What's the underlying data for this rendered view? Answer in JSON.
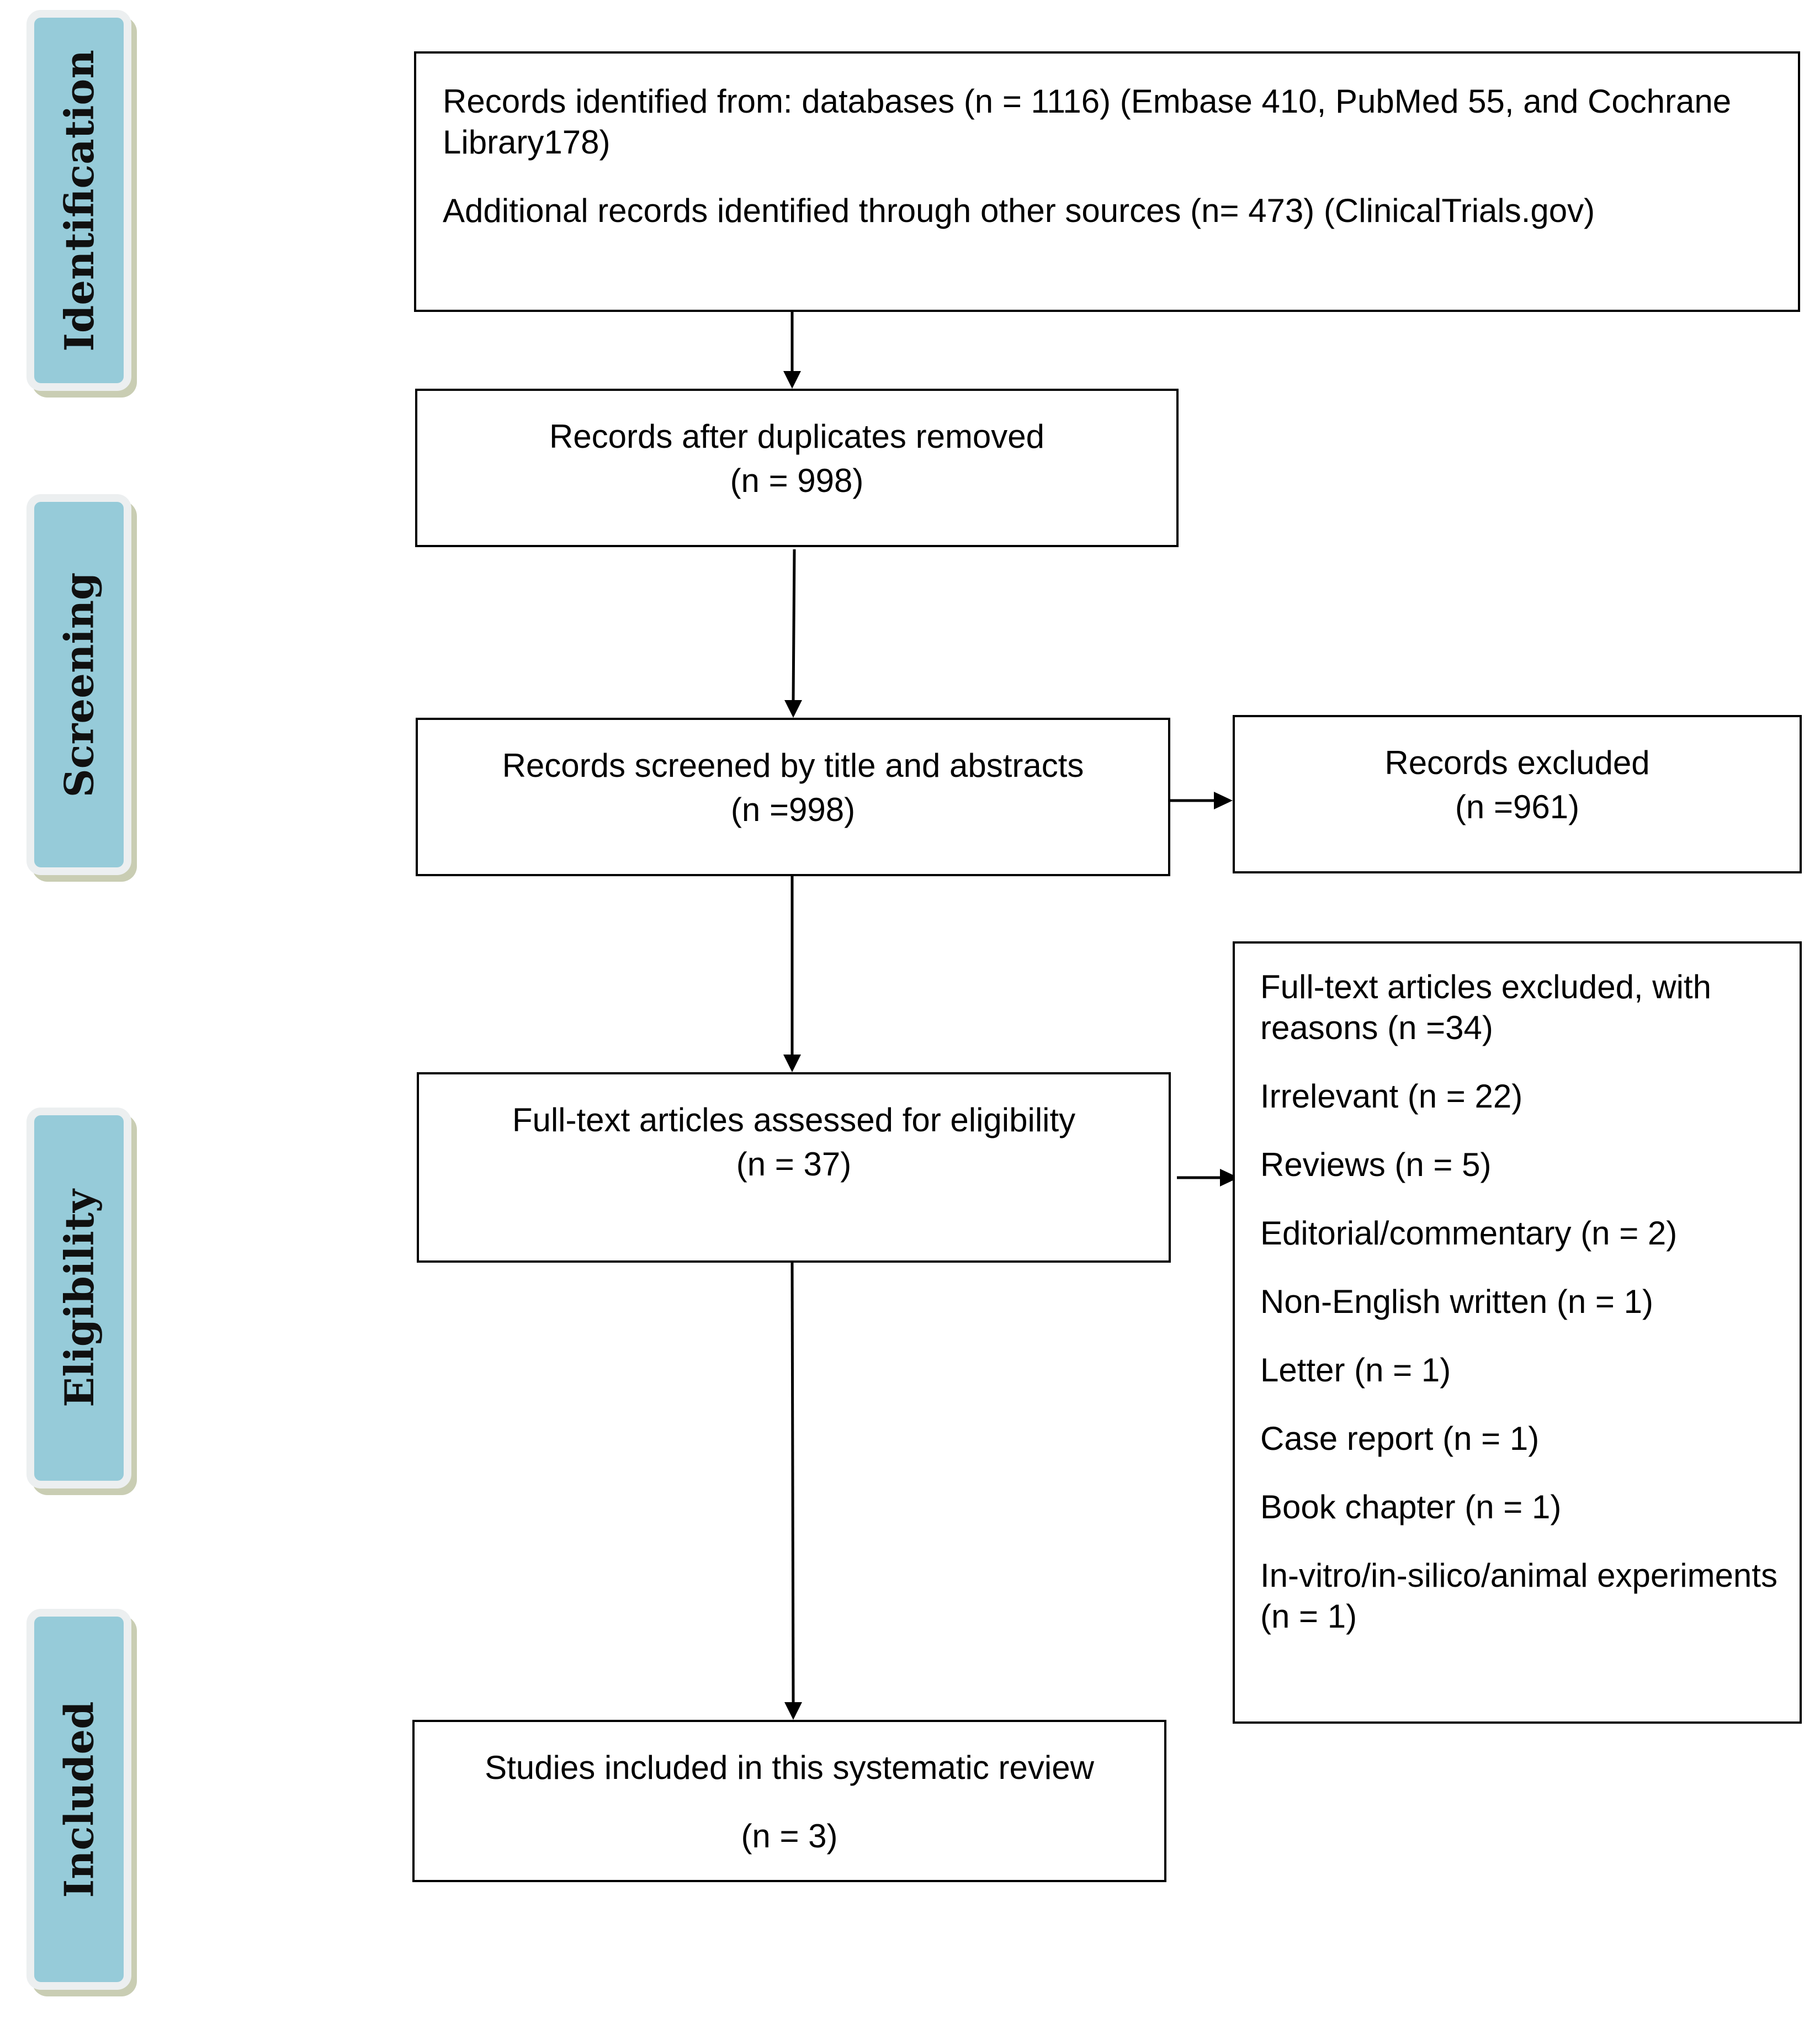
{
  "stages": {
    "identification": "Identification",
    "screening": "Screening",
    "eligibility": "Eligibility",
    "included": "Included"
  },
  "boxes": {
    "identified": {
      "line1": "Records identified from: databases (n = 1116) (Embase 410, PubMed 55, and Cochrane Library178)",
      "line2": "Additional records identified through other sources (n= 473) (ClinicalTrials.gov)"
    },
    "after_duplicates": {
      "title": "Records after duplicates removed",
      "count": "(n = 998)"
    },
    "screened": {
      "title": "Records screened by title and abstracts",
      "count": "(n =998)"
    },
    "excluded": {
      "title": "Records excluded",
      "count": "(n =961)"
    },
    "assessed": {
      "title": "Full-text articles assessed for eligibility",
      "count": "(n = 37)"
    },
    "fulltext_excluded": {
      "title": "Full-text articles excluded, with reasons (n =34)",
      "reasons": [
        "Irrelevant (n = 22)",
        "Reviews (n = 5)",
        "Editorial/commentary (n = 2)",
        "Non-English written (n = 1)",
        "Letter (n = 1)",
        "Case report (n = 1)",
        "Book chapter (n = 1)",
        "In-vitro/in-silico/animal experiments (n = 1)"
      ]
    },
    "included": {
      "title": "Studies included in this systematic review",
      "count": "(n = 3)"
    }
  },
  "colors": {
    "stage_fill": "#96cbd9",
    "stage_border": "#eceff0",
    "stage_shadow": "#c9cdb3",
    "line": "#000000"
  }
}
